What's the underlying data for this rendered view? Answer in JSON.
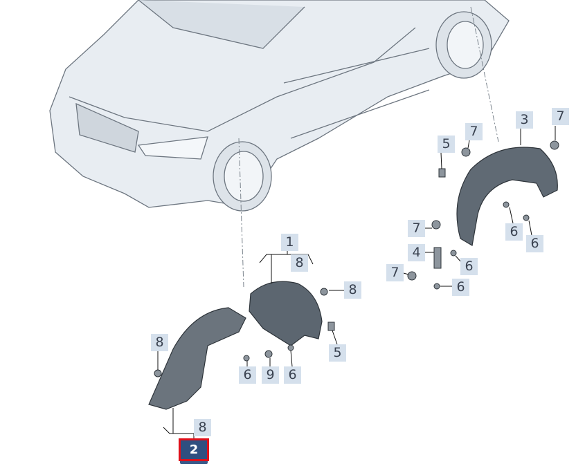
{
  "diagram": {
    "selected_part": "2",
    "labels": {
      "l1": "1",
      "l8a": "8",
      "l8b": "8",
      "l5a": "5",
      "l6a": "6",
      "l9": "9",
      "l6b": "6",
      "l8c": "8",
      "l8d": "8",
      "l5b": "5",
      "l7a": "7",
      "l3": "3",
      "l7b": "7",
      "l6c": "6",
      "l6d": "6",
      "l7c": "7",
      "l4": "4",
      "l6e": "6",
      "l7d": "7",
      "l6f": "6"
    },
    "colors": {
      "label_bg": "#d5e0ec",
      "selected_bg": "#2f4f80",
      "selected_border": "#e0101a"
    }
  }
}
